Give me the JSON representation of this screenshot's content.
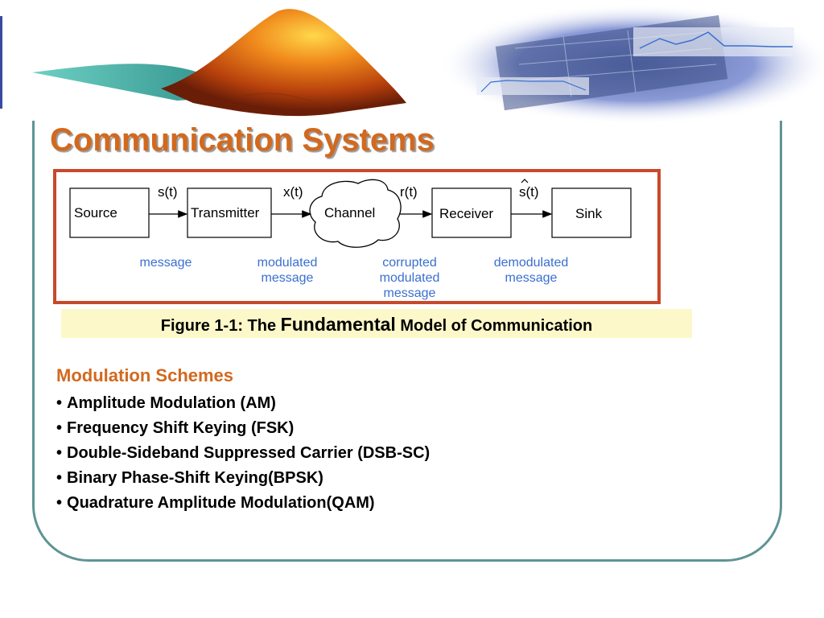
{
  "slide": {
    "title": "Communication Systems"
  },
  "diagram": {
    "blocks": [
      "Source",
      "Transmitter",
      "Channel",
      "Receiver",
      "Sink"
    ],
    "signals": [
      "s(t)",
      "x(t)",
      "r(t)",
      "s(t)"
    ],
    "annotations": {
      "message": [
        "message"
      ],
      "modulated": [
        "modulated",
        "message"
      ],
      "corrupted": [
        "corrupted",
        "modulated",
        "message"
      ],
      "demodulated": [
        "demodulated",
        "message"
      ]
    },
    "annotation_color": "#3a6fd0",
    "border_color": "#c8492a"
  },
  "caption": {
    "prefix": "Figure 1-1: The ",
    "emphasis": "Fundamental",
    "suffix": " Model of Communication"
  },
  "modulation": {
    "heading": "Modulation Schemes",
    "bullet": "•",
    "items": [
      "Amplitude Modulation (AM)",
      "Frequency Shift Keying (FSK)",
      "Double-Sideband Suppressed Carrier (DSB-SC)",
      "Binary Phase-Shift Keying(BPSK)",
      "Quadrature Amplitude Modulation(QAM)"
    ]
  },
  "theme": {
    "title_color": "#d2691e",
    "frame_color": "#5f9494",
    "caption_bg": "#fdf8c9"
  }
}
